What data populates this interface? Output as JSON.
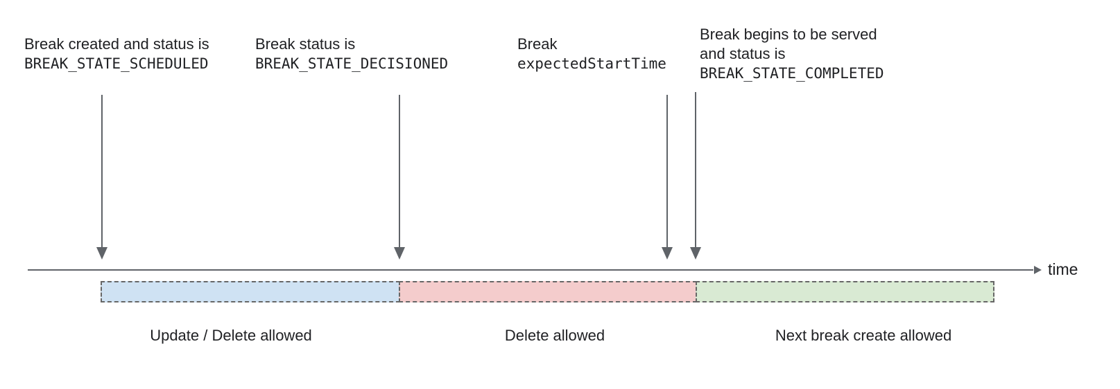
{
  "annotations": [
    {
      "lines": [
        {
          "text": "Break created and status is",
          "mono": false
        },
        {
          "text": "BREAK_STATE_SCHEDULED",
          "mono": true
        }
      ]
    },
    {
      "lines": [
        {
          "text": "Break status is",
          "mono": false
        },
        {
          "text": "BREAK_STATE_DECISIONED",
          "mono": true
        }
      ]
    },
    {
      "lines": [
        {
          "text": "Break",
          "mono": false
        },
        {
          "text": "expectedStartTime",
          "mono": true
        }
      ]
    },
    {
      "lines": [
        {
          "text": "Break begins to be served",
          "mono": false
        },
        {
          "text": "and status is",
          "mono": false
        },
        {
          "text": "BREAK_STATE_COMPLETED",
          "mono": true
        }
      ]
    }
  ],
  "timeline": {
    "axis_label": "time"
  },
  "segments": [
    {
      "label": "Update / Delete allowed",
      "fill": "#cfe2f3",
      "border": "#666666"
    },
    {
      "label": "Delete allowed",
      "fill": "#f4cccc",
      "border": "#666666"
    },
    {
      "label": "Next break create allowed",
      "fill": "#d9ead3",
      "border": "#666666"
    }
  ],
  "colors": {
    "arrow": "#5f6368",
    "text": "#202124"
  }
}
